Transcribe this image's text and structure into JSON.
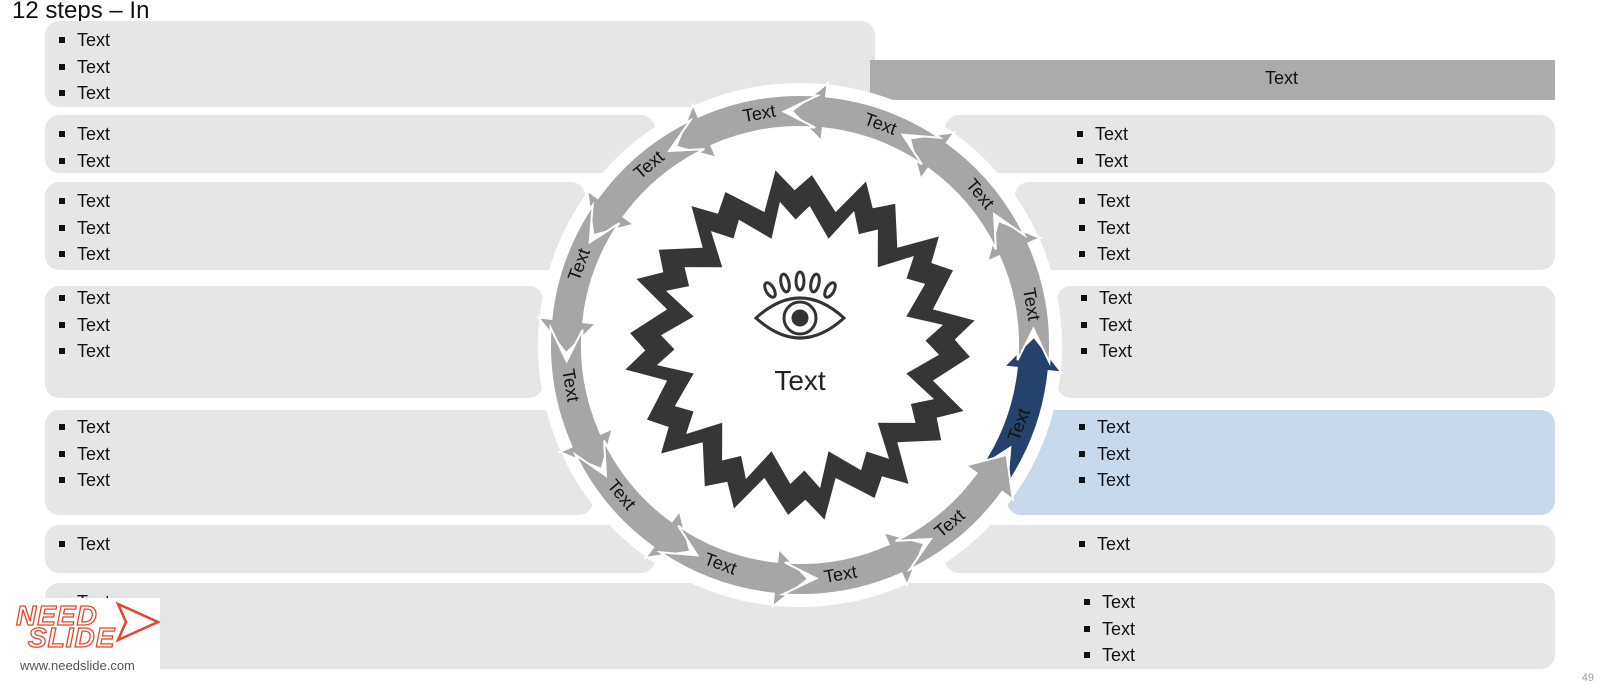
{
  "title": "12 steps – In",
  "top_bar": {
    "label": "Text"
  },
  "center": {
    "label": "Text",
    "icon": "eye-icon"
  },
  "ring_labels": [
    "Text",
    "Text",
    "Text",
    "Text",
    "Text",
    "Text",
    "Text",
    "Text",
    "Text",
    "Text",
    "Text",
    "Text"
  ],
  "left_panels": [
    {
      "bullets": [
        "Text",
        "Text",
        "Text"
      ]
    },
    {
      "bullets": [
        "Text",
        "Text"
      ]
    },
    {
      "bullets": [
        "Text",
        "Text",
        "Text"
      ]
    },
    {
      "bullets": [
        "Text",
        "Text",
        "Text"
      ]
    },
    {
      "bullets": [
        "Text",
        "Text",
        "Text"
      ]
    },
    {
      "bullets": [
        "Text"
      ]
    },
    {
      "bullets": [
        "Text"
      ]
    }
  ],
  "right_panels": [
    {
      "bullets": [
        "Text",
        "Text"
      ]
    },
    {
      "bullets": [
        "Text",
        "Text",
        "Text"
      ]
    },
    {
      "bullets": [
        "Text",
        "Text",
        "Text"
      ]
    },
    {
      "bullets": [
        "Text",
        "Text",
        "Text"
      ]
    },
    {
      "bullets": [
        "Text"
      ]
    },
    {
      "bullets": [
        "Text",
        "Text",
        "Text"
      ]
    }
  ],
  "colors": {
    "panel": "#e6e6e6",
    "highlight_panel": "#c9d9ec",
    "ring_arrow": "#a6a6a6",
    "active_arrow": "#24426b",
    "star": "#363636"
  },
  "logo": {
    "line1": "NEED",
    "line2": "SLIDE",
    "url": "www.needslide.com"
  },
  "page_number": "49"
}
